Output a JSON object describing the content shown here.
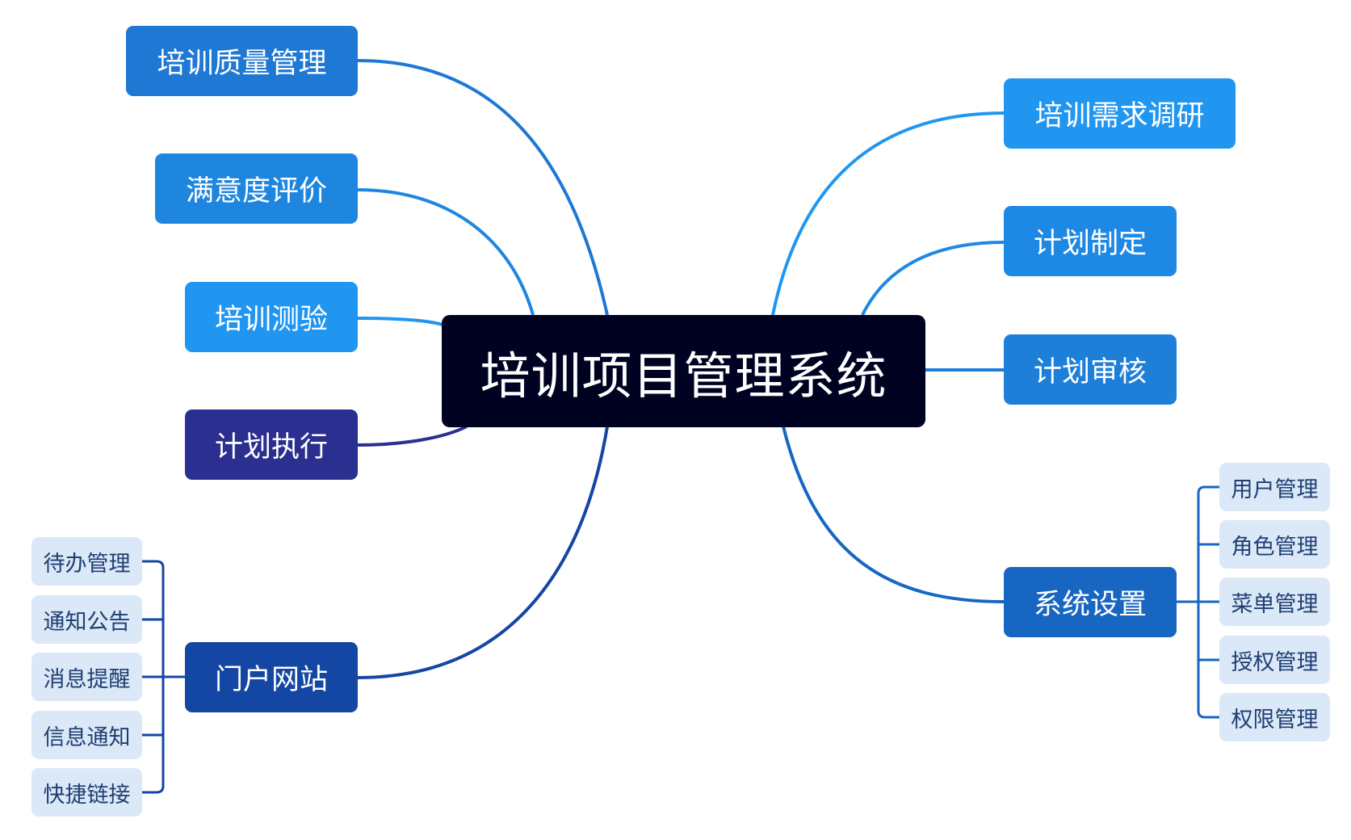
{
  "center": {
    "label": "培训项目管理系统",
    "color": "#000221"
  },
  "left_branches": [
    {
      "id": "quality",
      "label": "培训质量管理",
      "color": "#1e78d4"
    },
    {
      "id": "satisfaction",
      "label": "满意度评价",
      "color": "#1f86e0"
    },
    {
      "id": "test",
      "label": "培训测验",
      "color": "#2196f0"
    },
    {
      "id": "execution",
      "label": "计划执行",
      "color": "#2b2f8f"
    },
    {
      "id": "portal",
      "label": "门户网站",
      "color": "#1446a3"
    }
  ],
  "right_branches": [
    {
      "id": "survey",
      "label": "培训需求调研",
      "color": "#2196f0"
    },
    {
      "id": "planning",
      "label": "计划制定",
      "color": "#1e88e5"
    },
    {
      "id": "review",
      "label": "计划审核",
      "color": "#1e7fd9"
    },
    {
      "id": "settings",
      "label": "系统设置",
      "color": "#1766c2"
    }
  ],
  "portal_children": [
    "待办管理",
    "通知公告",
    "消息提醒",
    "信息通知",
    "快捷链接"
  ],
  "settings_children": [
    "用户管理",
    "角色管理",
    "菜单管理",
    "授权管理",
    "权限管理"
  ],
  "leaf_colors": {
    "background": "#dbe8f7",
    "text": "#1f3f73",
    "bracket": "#1446a3"
  }
}
